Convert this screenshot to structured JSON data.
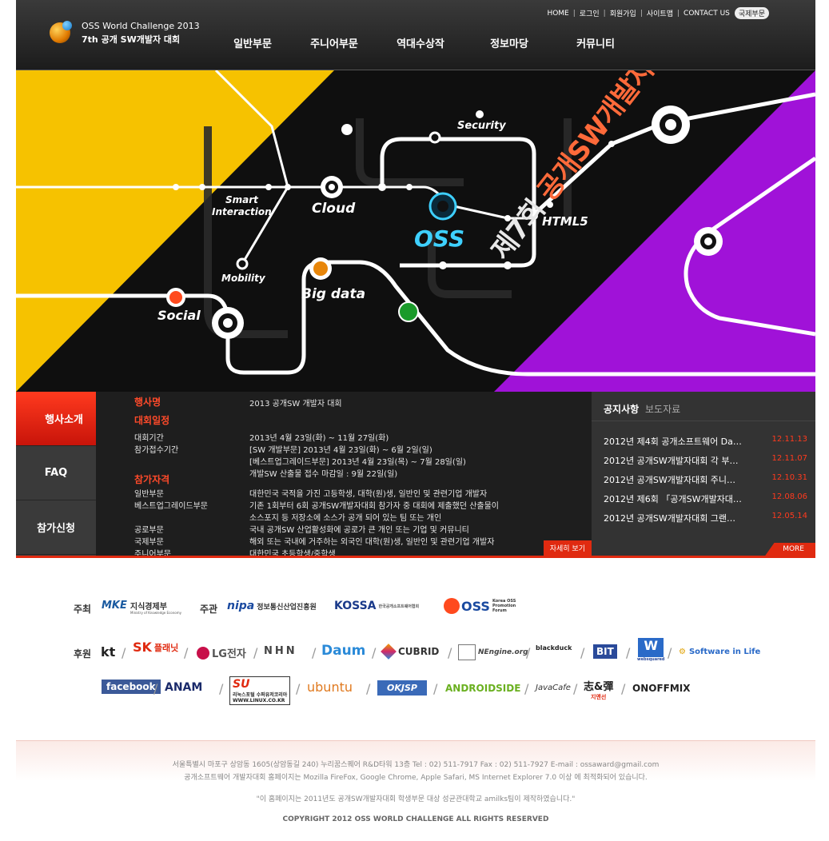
{
  "header": {
    "logo_title": "OSS World Challenge 2013",
    "logo_subtitle": "7th 공개 SW개발자 대회",
    "util_links": [
      "HOME",
      "로그인",
      "회원가입",
      "사이트맵",
      "CONTACT US"
    ],
    "util_badge": "국제부문",
    "nav": [
      "일반부문",
      "주니어부문",
      "역대수상작",
      "정보마당",
      "커뮤니티"
    ]
  },
  "hero": {
    "labels": {
      "security": "Security",
      "smart": "Smart",
      "interaction": "Interaction",
      "cloud": "Cloud",
      "oss": "OSS",
      "html5": "HTML5",
      "mobility": "Mobility",
      "bigdata": "Big data",
      "social": "Social"
    },
    "title_prefix": "제7회",
    "title_main": "공개SW개발자대회",
    "colors": {
      "yellow": "#f6c200",
      "purple": "#a012d8",
      "accent": "#ff4a1e"
    }
  },
  "sidebar": {
    "items": [
      "행사소개",
      "FAQ",
      "참가신청"
    ]
  },
  "event": {
    "sections": {
      "name": "행사명",
      "schedule": "대회일정",
      "qualify": "참가자격"
    },
    "name_value": "2013 공개SW 개발자 대회",
    "schedule": [
      {
        "label": "대회기간",
        "value": "2013년 4월 23일(화) ~ 11월 27일(화)"
      },
      {
        "label": "참가접수기간",
        "value": "[SW 개발부문] 2013년 4월 23일(화) ~ 6월 2일(일)"
      },
      {
        "label": "",
        "value": "[베스트업그레이드부문] 2013년 4월 23일(목) ~ 7월 28일(일)"
      },
      {
        "label": "",
        "value": "개발SW 산출물 접수 마감일 : 9월 22일(일)"
      }
    ],
    "qualify": [
      {
        "label": "일반부문",
        "value": "대한민국 국적을 가진 고등학생, 대학(원)생, 일반인 및 관련기업 개발자"
      },
      {
        "label": "베스트업그레이드부문",
        "value": "기존 1회부터 6회 공개SW개발자대회 참가자 중 대회에 제출했던 산출물이"
      },
      {
        "label": "",
        "value": "소스포지 등 저장소에 소스가 공개 되어 있는 팀 또는 개인"
      },
      {
        "label": "공로부문",
        "value": "국내 공개SW 산업활성화에 공로가 큰 개인 또는 기업 및 커뮤니티"
      },
      {
        "label": "국제부문",
        "value": "해외 또는 국내에 거주하는 외국인 대학(원)생, 일반인 및 관련기업 개발자"
      },
      {
        "label": "주니어부문",
        "value": "대한민국 초등학생/중학생"
      }
    ],
    "more": "자세히 보기"
  },
  "notice": {
    "tab_active": "공지사항",
    "tab_inactive": "보도자료",
    "items": [
      {
        "title": "2012년 제4회 공개소프트웨어 Da…",
        "date": "12.11.13"
      },
      {
        "title": "2012년 공개SW개발자대회 각 부…",
        "date": "12.11.07"
      },
      {
        "title": "2012년 공개SW개발자대회 주니…",
        "date": "12.10.31"
      },
      {
        "title": "2012년 제6회 「공개SW개발자대…",
        "date": "12.08.06"
      },
      {
        "title": "2012년 공개SW개발자대회 그랜…",
        "date": "12.05.14"
      }
    ],
    "more": "MORE"
  },
  "sponsors": {
    "host_label": "주최",
    "organizer_label": "주관",
    "support_label": "후원",
    "host": {
      "mark": "MKE",
      "name": "지식경제부",
      "sub": "Ministry of Knowledge Economy"
    },
    "organizers": {
      "nipa": "nipa",
      "nipa_name": "정보통신산업진흥원",
      "kossa": "KOSSA",
      "kossa_name": "한국공개소프트웨어협회",
      "oss": "OSS",
      "oss_name": "Korea OSS Promotion Forum"
    },
    "row1": {
      "kt": "kt",
      "sk": "SK",
      "sk_sub": "플래닛",
      "lg": "LG전자",
      "nhn": "NHN",
      "daum": "Daum",
      "cubrid": "CUBRID",
      "nengine": "NEngine.org",
      "blackduck": "blackduck",
      "bit": "BIT",
      "websquared": "websquared",
      "sil": "Software in Life"
    },
    "row2": {
      "facebook": "facebook",
      "anam": "ANAM",
      "su": "SU",
      "su_text": "리눅스포털 수퍼유저코리아",
      "su_url": "WWW.LINUX.CO.KR",
      "ubuntu": "ubuntu",
      "okjsp": "OKJSP",
      "android": "ANDROIDSIDE",
      "javacafe": "JavaCafe",
      "jiyeon": "志&彈",
      "jiyeon_sub": "지앤선",
      "onoff": "ONOFFMIX"
    }
  },
  "footer": {
    "address": "서울특별시 마포구 상암동 1605(상암동길 240) 누리꿈스퀘어 R&D타워 13층 Tel : 02) 511-7917 Fax : 02) 511-7927 E-mail : ossaward@gmail.com",
    "browser": "공개소프트웨어 개발자대회 홈페이지는 Mozilla FireFox, Google Chrome, Apple Safari, MS Internet Explorer 7.0 이상 에 최적화되어 있습니다.",
    "credit": "\"이 홈페이지는 2011년도 공개SW개발자대회 학생부문 대상 성균관대학교 amilks팀이 제작하였습니다.\"",
    "copyright": "COPYRIGHT 2012 OSS WORLD CHALLENGE ALL RIGHTS RESERVED"
  }
}
